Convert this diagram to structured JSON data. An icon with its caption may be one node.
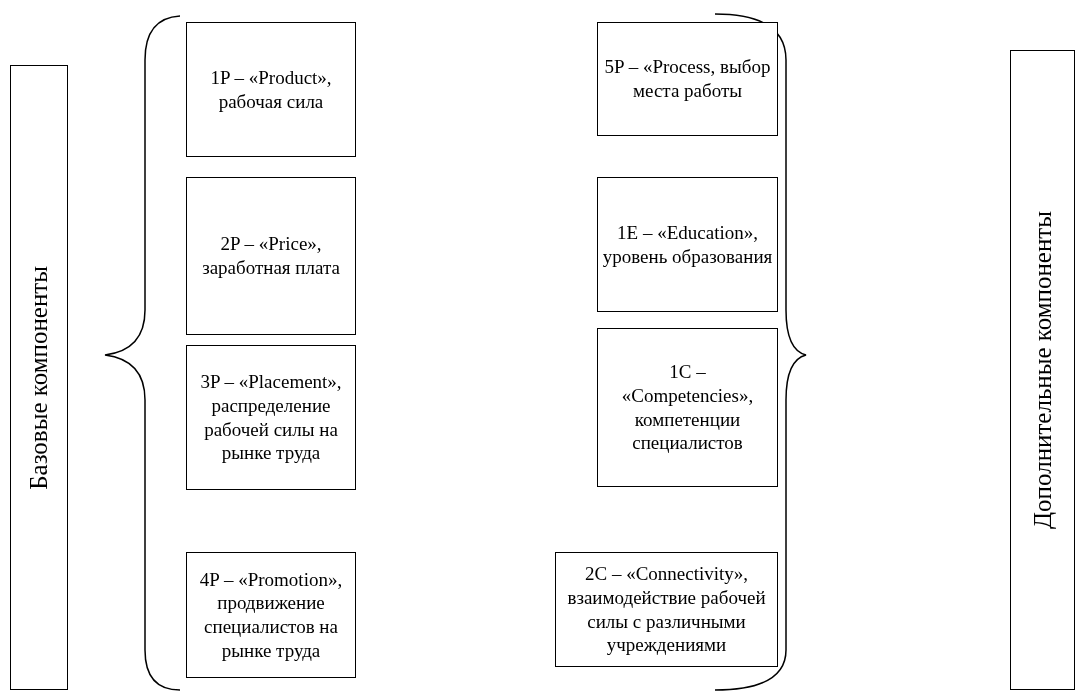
{
  "diagram": {
    "nodes": [
      {
        "text": [
          "Базовые компоненты"
        ]
      },
      {
        "text": [
          "1P – «Product», рабочая сила"
        ]
      },
      {
        "text": [
          "2P – «Price», заработная плата"
        ]
      },
      {
        "text": [
          "3P – «Placement», распределение рабочей силы на рынке труда"
        ]
      },
      {
        "text": [
          "4P – «Promotion», продвижение специалистов на рынке труда"
        ]
      },
      {
        "text": [
          "5P – «Process, выбор места работы"
        ]
      },
      {
        "text": [
          "1E – «Education», уровень образования"
        ]
      },
      {
        "text": [
          "1C – «Competencies», компетенции специалистов"
        ]
      },
      {
        "text": [
          "2C – «Connectivity», взаимодействие рабочей силы с различными учреждениями"
        ]
      },
      {
        "text": [
          "Дополнительные компоненты"
        ]
      }
    ]
  }
}
